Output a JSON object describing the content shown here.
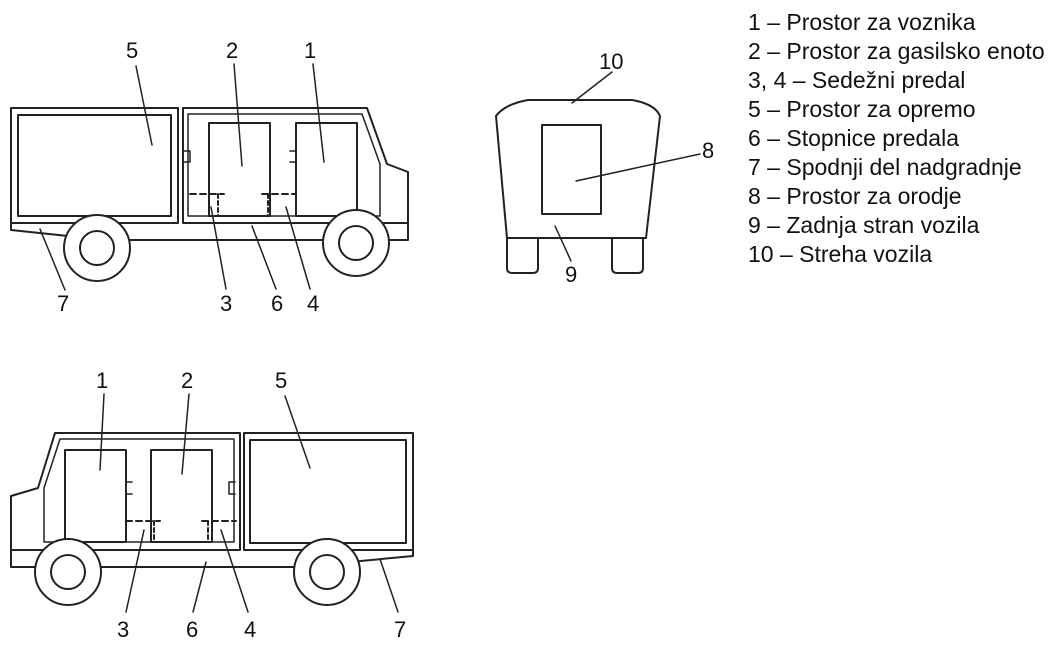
{
  "views": {
    "side_left": {
      "callouts": [
        "5",
        "2",
        "1",
        "7",
        "3",
        "6",
        "4"
      ]
    },
    "rear": {
      "callouts": [
        "10",
        "8",
        "9"
      ]
    },
    "side_right": {
      "callouts": [
        "1",
        "2",
        "5",
        "3",
        "6",
        "4",
        "7"
      ]
    }
  },
  "legend": [
    {
      "text": "1 – Prostor za voznika"
    },
    {
      "text": "2 – Prostor za gasilsko enoto"
    },
    {
      "text": "3, 4 – Sedežni predal"
    },
    {
      "text": "5 – Prostor za opremo"
    },
    {
      "text": "6 – Stopnice predala"
    },
    {
      "text": "7 – Spodnji del nadgradnje"
    },
    {
      "text": "8 – Prostor za orodje"
    },
    {
      "text": "9 – Zadnja stran vozila"
    },
    {
      "text": "10 – Streha vozila"
    }
  ]
}
